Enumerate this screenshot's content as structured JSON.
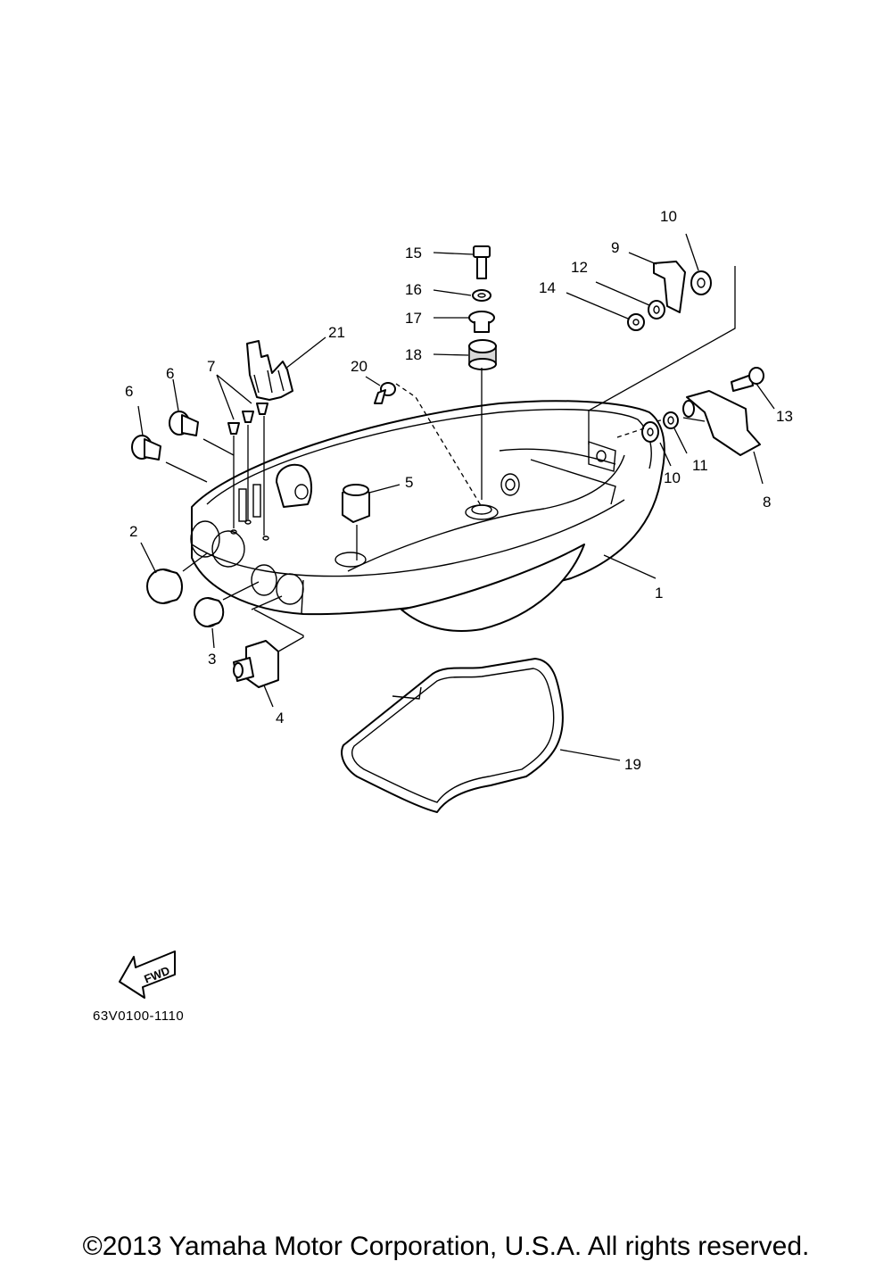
{
  "labels": {
    "p1": "1",
    "p2": "2",
    "p3": "3",
    "p4": "4",
    "p5": "5",
    "p6a": "6",
    "p6b": "6",
    "p7": "7",
    "p8": "8",
    "p9": "9",
    "p10a": "10",
    "p10b": "10",
    "p11": "11",
    "p12": "12",
    "p13": "13",
    "p14": "14",
    "p15": "15",
    "p16": "16",
    "p17": "17",
    "p18": "18",
    "p19": "19",
    "p20": "20",
    "p21": "21"
  },
  "fwd_label": "FWD",
  "diagram_code": "63V0100-1110",
  "copyright": "©2013 Yamaha Motor Corporation, U.S.A. All rights reserved."
}
